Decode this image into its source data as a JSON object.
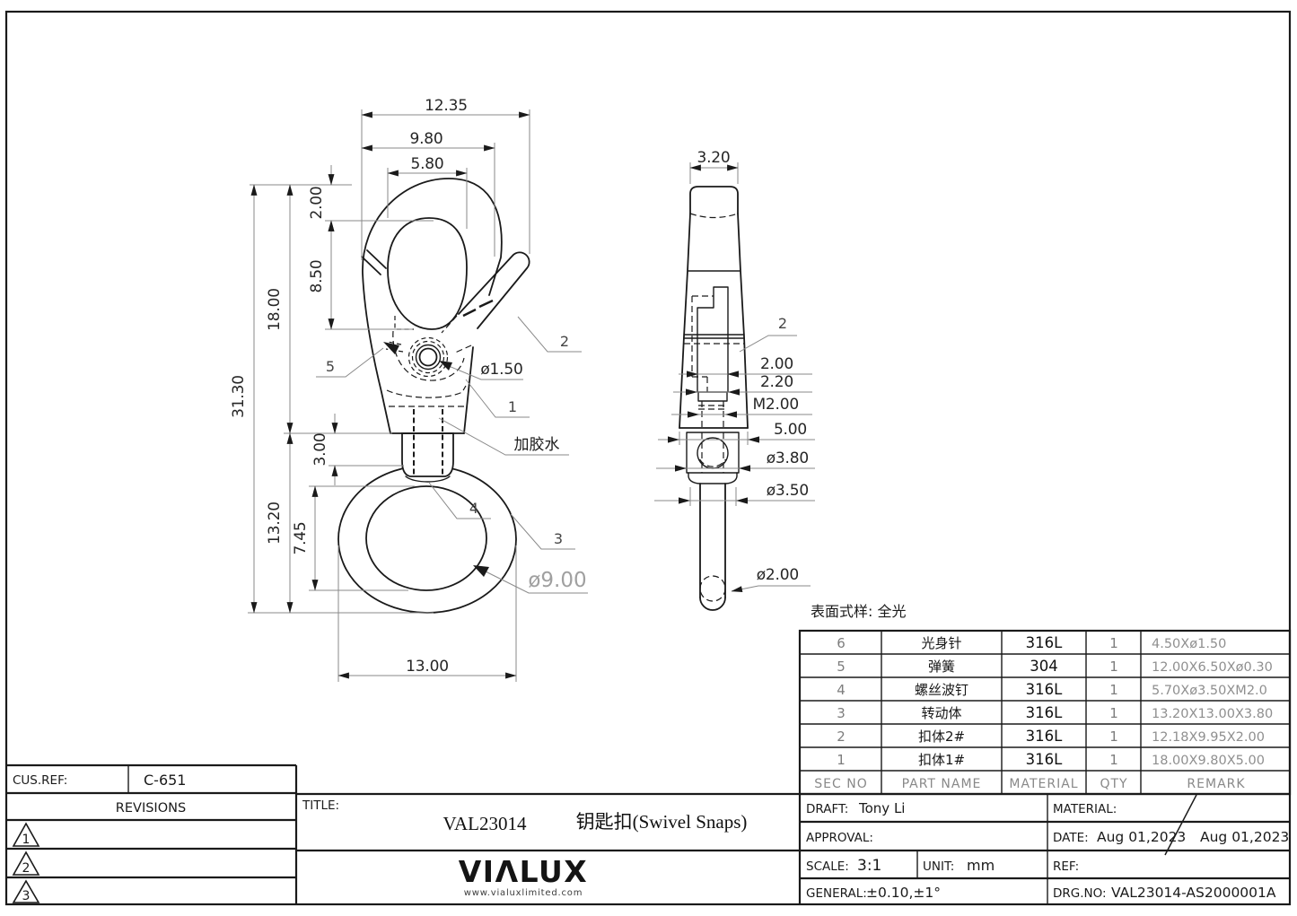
{
  "surface_note": "表面式样: 全光",
  "front_view": {
    "overall_width": "12.35",
    "body_width": "9.80",
    "opening_width": "5.80",
    "top_thickness": "2.00",
    "opening_height": "8.50",
    "body_height": "18.00",
    "overall_height": "31.30",
    "boss_height": "3.00",
    "ring_height": "13.20",
    "ring_inner_height": "7.45",
    "ring_width": "13.00",
    "ring_inner_diameter": "ø9.00",
    "pivot_hole_diameter": "ø1.50",
    "glue_note": "加胶水",
    "callouts": {
      "body": "1",
      "gate": "2",
      "ring": "3",
      "screw": "4",
      "spring": "5"
    }
  },
  "side_view": {
    "top_width": "3.20",
    "slot_width": "2.00",
    "slot_depth": "2.20",
    "thread": "M2.00",
    "fork_width": "5.00",
    "boss_diameter": "ø3.80",
    "cap_diameter": "ø3.50",
    "pin_diameter": "ø2.00",
    "callout_gate": "2"
  },
  "parts_table": {
    "headers": {
      "sec_no": "SEC NO",
      "part_name": "PART NAME",
      "material": "MATERIAL",
      "qty": "QTY",
      "remark": "REMARK"
    },
    "rows": [
      {
        "sec_no": "6",
        "part_name": "光身针",
        "material": "316L",
        "qty": "1",
        "remark": "4.50Xø1.50"
      },
      {
        "sec_no": "5",
        "part_name": "弹簧",
        "material": "304",
        "qty": "1",
        "remark": "12.00X6.50Xø0.30"
      },
      {
        "sec_no": "4",
        "part_name": "螺丝波钉",
        "material": "316L",
        "qty": "1",
        "remark": "5.70Xø3.50XM2.0"
      },
      {
        "sec_no": "3",
        "part_name": "转动体",
        "material": "316L",
        "qty": "1",
        "remark": "13.20X13.00X3.80"
      },
      {
        "sec_no": "2",
        "part_name": "扣体2#",
        "material": "316L",
        "qty": "1",
        "remark": "12.18X9.95X2.00"
      },
      {
        "sec_no": "1",
        "part_name": "扣体1#",
        "material": "316L",
        "qty": "1",
        "remark": "18.00X9.80X5.00"
      }
    ]
  },
  "revisions_block": {
    "cus_ref_label": "CUS.REF:",
    "cus_ref_value": "C-651",
    "revisions_label": "REVISIONS",
    "marks": [
      "1",
      "2",
      "3"
    ]
  },
  "title_block": {
    "title_label": "TITLE:",
    "title_code": "VAL23014",
    "title_name": "钥匙扣(Swivel Snaps)",
    "logo_text": "VIΛLUX",
    "logo_url": "www.vialuxlimited.com",
    "draft_label": "DRAFT:",
    "draft_value": "Tony Li",
    "approval_label": "APPROVAL:",
    "material_label": "MATERIAL:",
    "date_label": "DATE:",
    "date_value_1": "Aug 01,2023",
    "date_value_2": "Aug 01,2023",
    "scale_label": "SCALE:",
    "scale_value": "3:1",
    "unit_label": "UNIT:",
    "unit_value": "mm",
    "ref_label": "REF:",
    "general_label": "GENERAL:",
    "general_value": "±0.10,±1°",
    "drg_no_label": "DRG.NO:",
    "drg_no_value": "VAL23014-AS2000001A"
  }
}
